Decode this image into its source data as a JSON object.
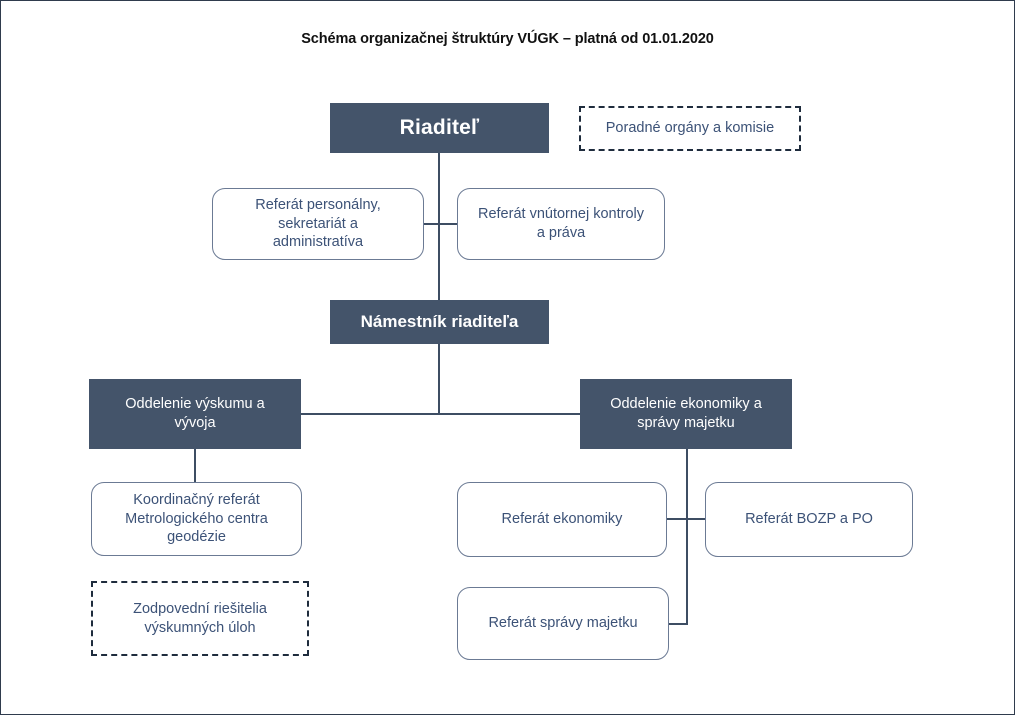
{
  "document": {
    "title": "Schéma organizačnej štruktúry VÚGK – platná od 01.01.2020",
    "language": "sk"
  },
  "theme": {
    "filled_box_fill": "#44546A",
    "filled_box_text": "#FFFFFF",
    "outlined_box_border": "#6B7A94",
    "outlined_box_text": "#3C5277",
    "dashed_box_border": "#1F2C3D",
    "connector_color": "#3D4D63",
    "page_border": "#2F3B4D",
    "background": "#FFFFFF"
  },
  "chart_data": {
    "type": "diagram",
    "subtype": "organizational-chart",
    "title": "Schéma organizačnej štruktúry VÚGK – platná od 01.01.2020",
    "nodes": [
      {
        "id": "riaditel",
        "label": "Riaditeľ",
        "style": "filled",
        "level": 1
      },
      {
        "id": "poradne",
        "label": "Poradné orgány a komisie",
        "style": "dashed",
        "level": 1
      },
      {
        "id": "personalny",
        "label": "Referát personálny, sekretariát a administratíva",
        "style": "rounded",
        "level": 2
      },
      {
        "id": "kontrola",
        "label": "Referát vnútornej kontroly a práva",
        "style": "rounded",
        "level": 2
      },
      {
        "id": "namestnik",
        "label": "Námestník riaditeľa",
        "style": "filled",
        "level": 3
      },
      {
        "id": "vyskum",
        "label": "Oddelenie výskumu a vývoja",
        "style": "filled",
        "level": 4
      },
      {
        "id": "ekonomika",
        "label": "Oddelenie ekonomiky a správy majetku",
        "style": "filled",
        "level": 4
      },
      {
        "id": "metrologia",
        "label": "Koordinačný referát Metrologického centra geodézie",
        "style": "rounded",
        "level": 5
      },
      {
        "id": "riesitelia",
        "label": "Zodpovední riešitelia výskumných úloh",
        "style": "dashed",
        "level": 5
      },
      {
        "id": "ref-ekonomiky",
        "label": "Referát ekonomiky",
        "style": "rounded",
        "level": 5
      },
      {
        "id": "ref-bozp",
        "label": "Referát BOZP a PO",
        "style": "rounded",
        "level": 5
      },
      {
        "id": "ref-majetok",
        "label": "Referát správy majetku",
        "style": "rounded",
        "level": 5
      }
    ],
    "edges": [
      {
        "from": "riaditel",
        "to": "personalny"
      },
      {
        "from": "riaditel",
        "to": "kontrola"
      },
      {
        "from": "riaditel",
        "to": "namestnik"
      },
      {
        "from": "namestnik",
        "to": "vyskum"
      },
      {
        "from": "namestnik",
        "to": "ekonomika"
      },
      {
        "from": "vyskum",
        "to": "metrologia"
      },
      {
        "from": "ekonomika",
        "to": "ref-ekonomiky"
      },
      {
        "from": "ekonomika",
        "to": "ref-bozp"
      },
      {
        "from": "ekonomika",
        "to": "ref-majetok"
      }
    ]
  },
  "nodes": {
    "riaditel": {
      "label": "Riaditeľ"
    },
    "poradne": {
      "label": "Poradné orgány a komisie"
    },
    "personalny": {
      "line1": "Referát personálny,",
      "line2": "sekretariát a",
      "line3": "administratíva"
    },
    "kontrola": {
      "line1": "Referát vnútornej kontroly",
      "line2": "a práva"
    },
    "namestnik": {
      "label": "Námestník riaditeľa"
    },
    "vyskum": {
      "line1": "Oddelenie výskumu a",
      "line2": "vývoja"
    },
    "ekonomika": {
      "line1": "Oddelenie ekonomiky a",
      "line2": "správy majetku"
    },
    "metrologia": {
      "line1": "Koordinačný referát",
      "line2": "Metrologického centra",
      "line3": "geodézie"
    },
    "riesitelia": {
      "line1": "Zodpovední riešitelia",
      "line2": "výskumných úloh"
    },
    "ref_ekonomiky": {
      "label": "Referát ekonomiky"
    },
    "ref_bozp": {
      "label": "Referát BOZP a PO"
    },
    "ref_majetok": {
      "label": "Referát správy majetku"
    }
  }
}
